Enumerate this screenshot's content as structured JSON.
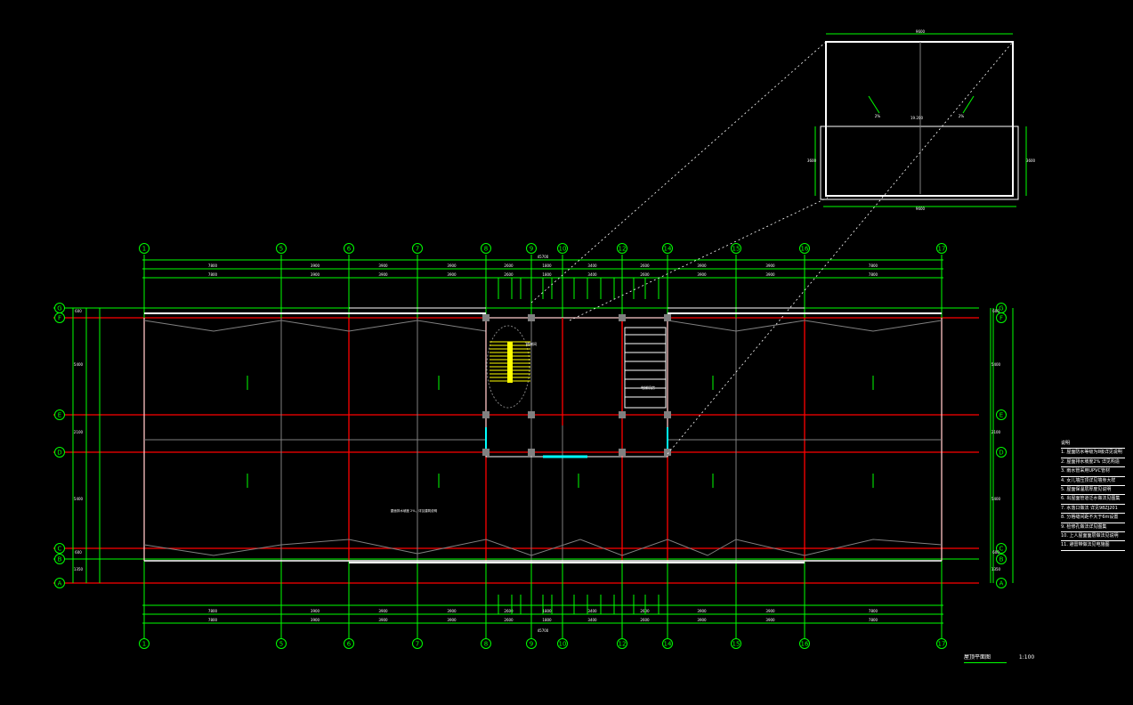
{
  "drawing": {
    "title": "屋顶平面图",
    "scale": "1:100",
    "colors": {
      "axis": "#00ff00",
      "beam": "#ff0000",
      "wall": "#ffffff",
      "guide": "#808080",
      "stair": "#ffff00",
      "glass": "#00ffff"
    },
    "column_axes": [
      "1",
      "5",
      "6",
      "7",
      "8",
      "9",
      "10",
      "12",
      "14",
      "15",
      "16",
      "17"
    ],
    "row_axes": [
      "G",
      "F",
      "E",
      "D",
      "C",
      "B",
      "A"
    ],
    "top_dimensions": {
      "overall": "45700",
      "segments": [
        "7800",
        "3900",
        "3900",
        "3900",
        "2600",
        "1800",
        "3400",
        "2600",
        "3900",
        "3900",
        "7800"
      ]
    },
    "bottom_dimensions": {
      "overall": "45700",
      "segments": [
        "7800",
        "3900",
        "3900",
        "3900",
        "2600",
        "1800",
        "3400",
        "2600",
        "3900",
        "3900",
        "7800"
      ]
    },
    "side_dimensions": [
      "600",
      "5400",
      "2100",
      "5400",
      "600",
      "1350"
    ],
    "rooms": {
      "stair_label": "楼梯间",
      "elevator_label": "电梯机房",
      "note_line": "屋面排水坡度 2%，详见建筑说明"
    },
    "inset": {
      "top_dimension": "9600",
      "bottom_dimension": "9600",
      "left_dimension": "3600",
      "right_dimension": "3600",
      "elevation": "19.200",
      "slope_left": "2%",
      "slope_right": "2%"
    }
  },
  "notes": {
    "heading": "说明",
    "items": [
      "1. 屋面防水等级为Ⅱ级详见说明",
      "2. 屋面排水坡度2%    详见构造",
      "3. 雨水管采用UPVC管材",
      "4. 女儿墙压顶详见墙身大样",
      "5. 屋面保温层厚度见说明",
      "6. 出屋面管道泛水做法见图集",
      "7. 水落口做法 详见98ZJ201",
      "8. 分格缝间距不大于6m设置",
      "9. 检修孔做法详见图集",
      "10. 上人屋面面层做法见说明",
      "11. 避雷带做法见电施图"
    ]
  }
}
